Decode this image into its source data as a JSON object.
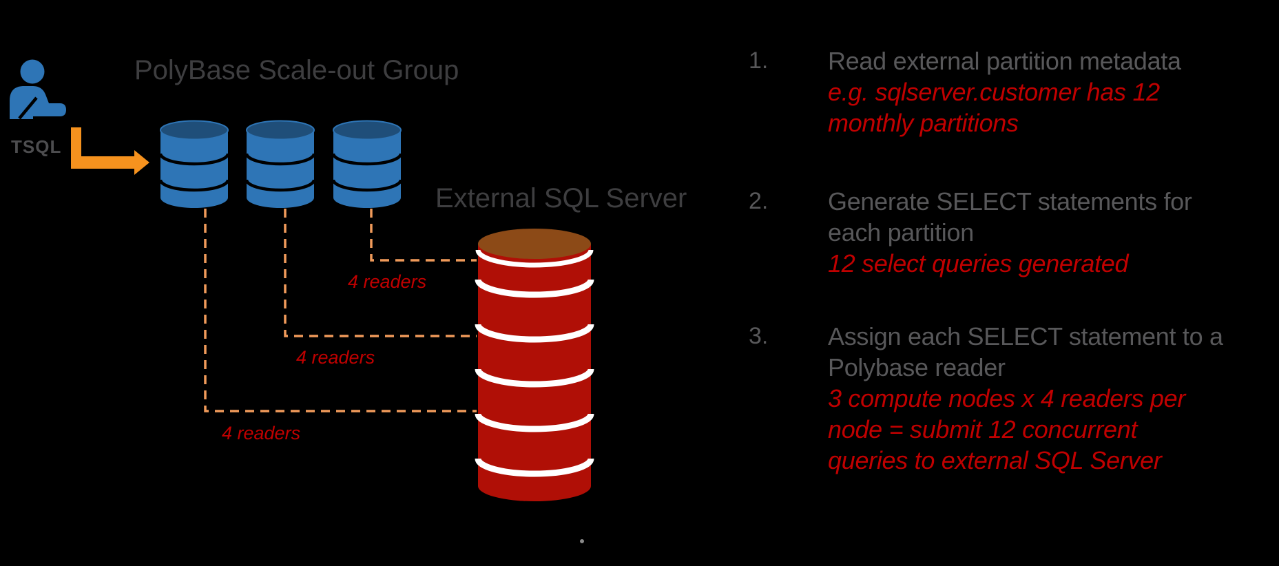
{
  "colors": {
    "background": "#000000",
    "title_gray": "#3e3e40",
    "list_gray": "#58585a",
    "annotation_red": "#c00000",
    "arrow_orange": "#f6921e",
    "dash_orange": "#f09a5a",
    "person_blue": "#2e75b6",
    "node_body_blue": "#2e75b6",
    "node_top_blue": "#1f4e79",
    "server_body_red": "#b00f06",
    "server_top_brown": "#8c4a17",
    "dot_gray": "#8a8a8a"
  },
  "diagram": {
    "user_label": "TSQL",
    "scaleout_title": "PolyBase Scale-out Group",
    "external_title": "External SQL Server",
    "reader_labels": [
      "4 readers",
      "4 readers",
      "4 readers"
    ]
  },
  "steps": [
    {
      "number": "1.",
      "text_lines": [
        "Read external partition metadata"
      ],
      "note_lines": [
        "e.g. sqlserver.customer has 12",
        "monthly partitions"
      ]
    },
    {
      "number": "2.",
      "text_lines": [
        "Generate SELECT statements for",
        "each partition"
      ],
      "note_lines": [
        "12 select queries generated"
      ]
    },
    {
      "number": "3.",
      "text_lines": [
        "Assign each SELECT statement to a",
        "Polybase reader"
      ],
      "note_lines": [
        "3 compute nodes x 4 readers per",
        "node = submit 12 concurrent",
        "queries to external SQL Server"
      ]
    }
  ]
}
